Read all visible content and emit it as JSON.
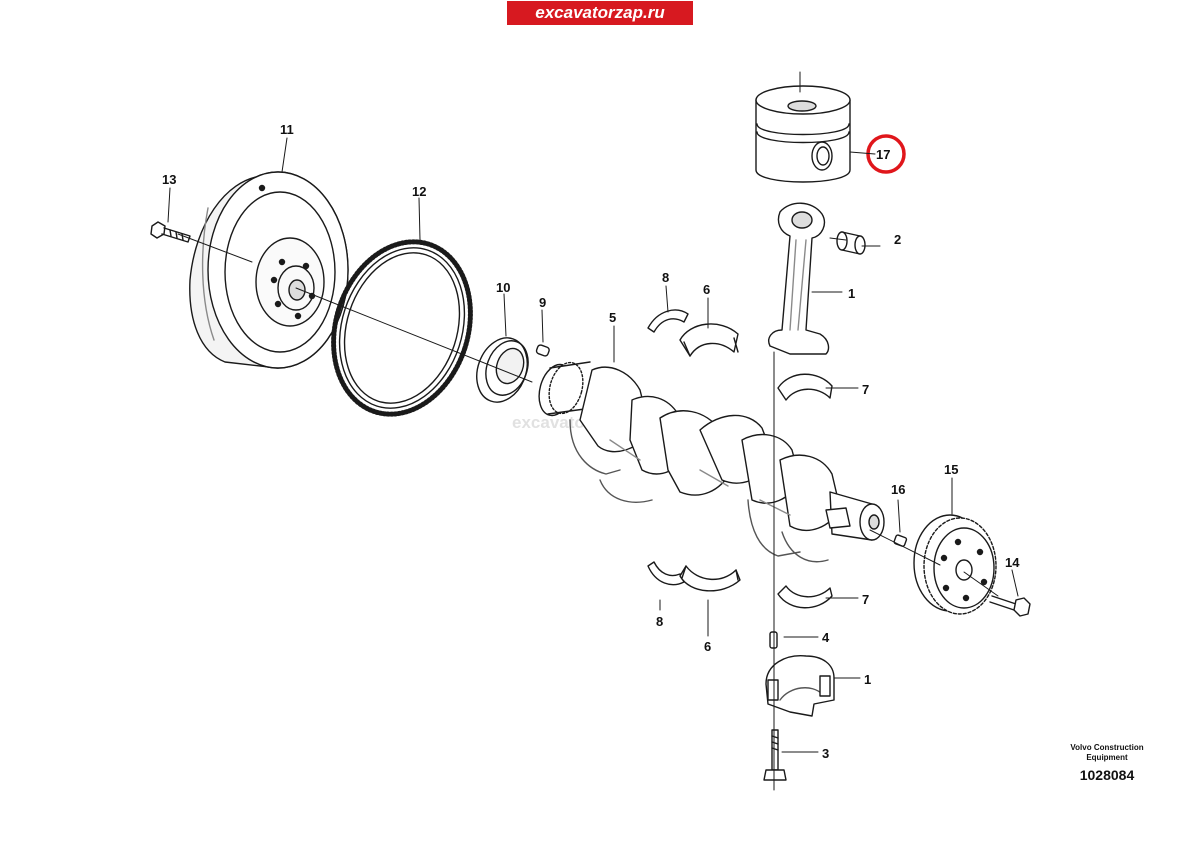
{
  "header": {
    "brand": "excavatorzap.ru"
  },
  "watermark": "excavatorzap.ru",
  "footer": {
    "maker_line1": "Volvo Construction",
    "maker_line2": "Equipment",
    "drawing_number": "1028084"
  },
  "callouts": {
    "flywheel": "11",
    "flywheel_bolt": "13",
    "ring_gear": "12",
    "seal": "10",
    "dowel_pin": "9",
    "thrust_washer_upper": "8",
    "thrust_washer_lower": "8",
    "main_bearing_upper": "6",
    "main_bearing_lower": "6",
    "crankshaft": "5",
    "piston": "17",
    "piston_pin_bushing": "2",
    "connecting_rod": "1",
    "rod_bearing_upper": "7",
    "rod_bearing_lower": "7",
    "rod_pin": "4",
    "rod_cap": "1",
    "rod_bolt": "3",
    "front_key": "16",
    "pulley": "15",
    "pulley_bolt": "14"
  },
  "highlight": {
    "part": "17",
    "color": "#e0161b"
  },
  "colors": {
    "line": "#1a1a1a",
    "shade": "#8a8a8a"
  }
}
